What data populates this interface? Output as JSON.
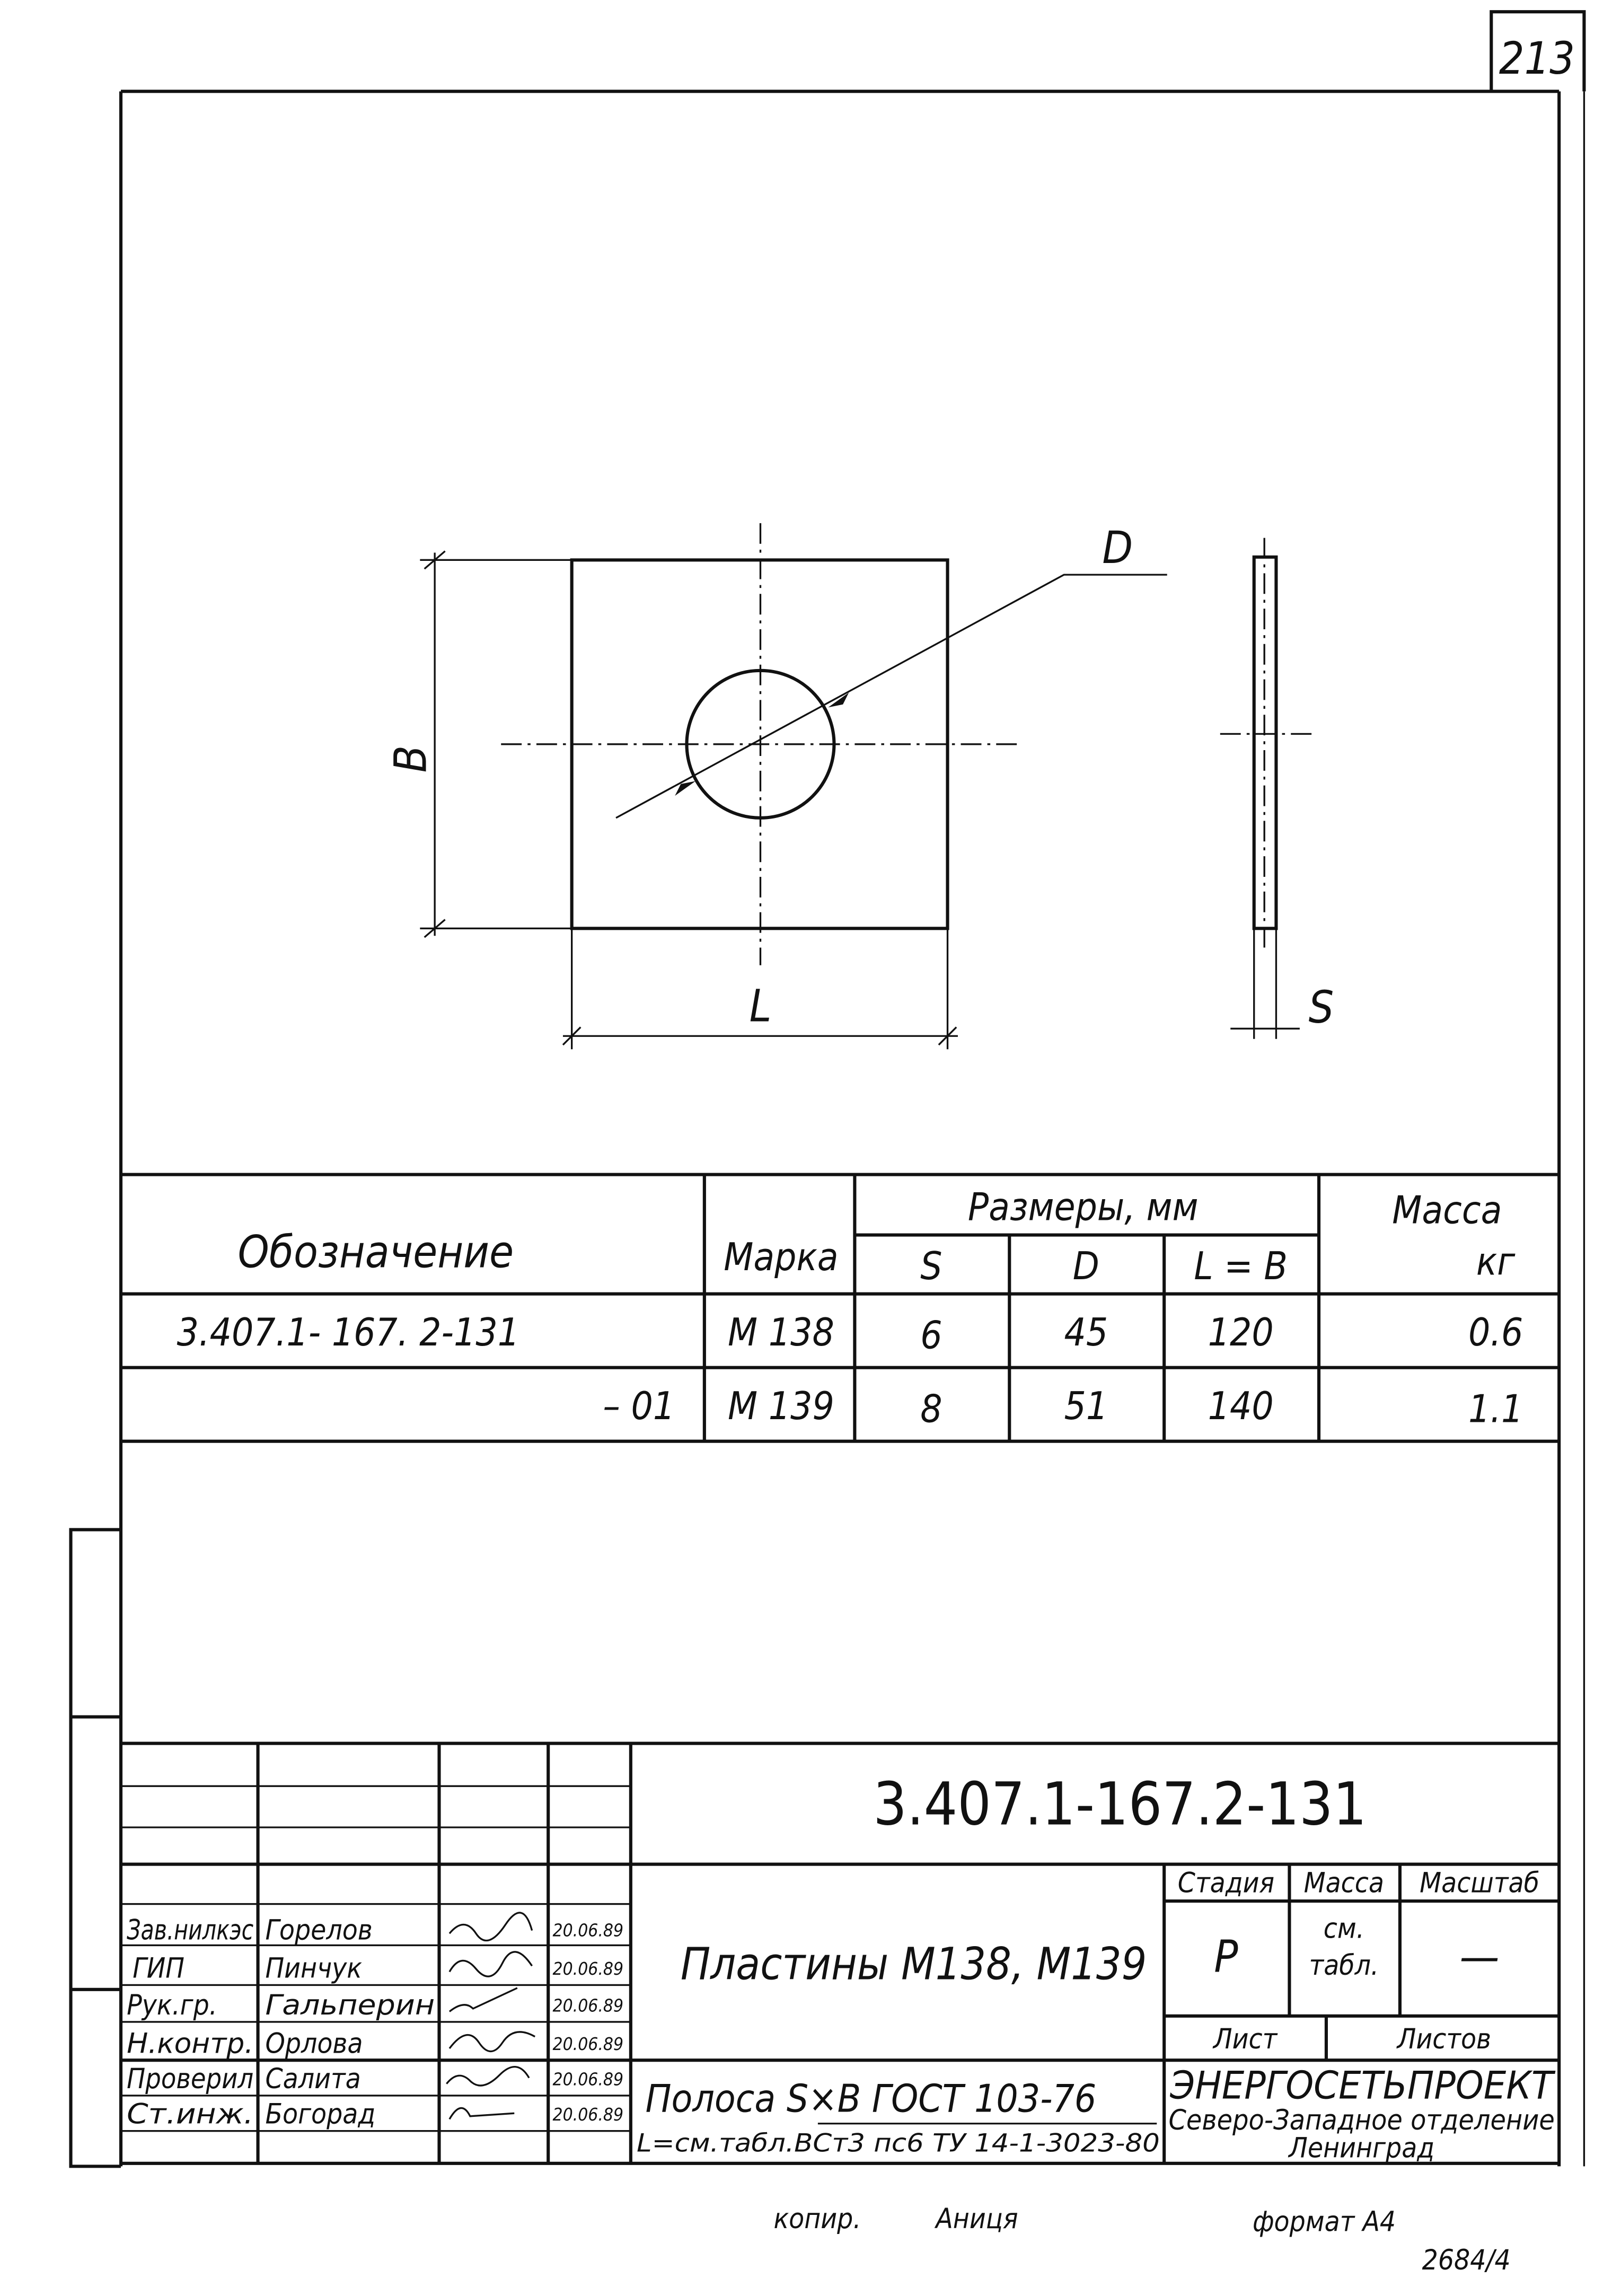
{
  "sheet_number": "213",
  "drawing": {
    "label_d": "D",
    "label_b": "B",
    "label_l": "L",
    "label_s": "S"
  },
  "spec_table": {
    "headers": {
      "designation": "Обозначение",
      "mark": "Марка",
      "dimensions": "Размеры, мм",
      "s": "S",
      "d": "D",
      "lb": "L = B",
      "mass": "Масса",
      "mass_unit": "кг"
    },
    "rows": [
      {
        "designation": "3.407.1- 167. 2-131",
        "mark": "М 138",
        "s": "6",
        "d": "45",
        "lb": "120",
        "mass": "0.6"
      },
      {
        "designation": "– 01",
        "mark": "М 139",
        "s": "8",
        "d": "51",
        "lb": "140",
        "mass": "1.1"
      }
    ]
  },
  "title_block": {
    "doc_number": "3.407.1-167.2-131",
    "title": "Пластины М138, М139",
    "stage_label": "Стадия",
    "mass_label": "Масса",
    "scale_label": "Масштаб",
    "stage_value": "Р",
    "mass_value_1": "см.",
    "mass_value_2": "табл.",
    "scale_value": "—",
    "sheet_label": "Лист",
    "sheets_label": "Листов",
    "material_line1": "Полоса  S×B  ГОСТ 103-76",
    "material_line2": "L=см.табл.ВСт3 пс6 ТУ 14-1-3023-80",
    "org_name": "ЭНЕРГОСЕТЬПРОЕКТ",
    "org_branch": "Северо-Западное отделение",
    "org_city": "Ленинград",
    "signatures": [
      {
        "role": "Зав.нилкэс",
        "name": "Горелов",
        "date": "20.06.89"
      },
      {
        "role": "ГИП",
        "name": "Пинчук",
        "date": "20.06.89"
      },
      {
        "role": "Рук.гр.",
        "name": "Гальперин",
        "date": "20.06.89"
      },
      {
        "role": "Н.контр.",
        "name": "Орлова",
        "date": "20.06.89"
      },
      {
        "role": "Проверил",
        "name": "Салита",
        "date": "20.06.89"
      },
      {
        "role": "Ст.инж.",
        "name": "Богорад",
        "date": "20.06.89"
      }
    ]
  },
  "footer": {
    "copied_label": "копир.",
    "copied_by": "Аниця",
    "format": "формат А4",
    "archive_number": "2684/4"
  }
}
